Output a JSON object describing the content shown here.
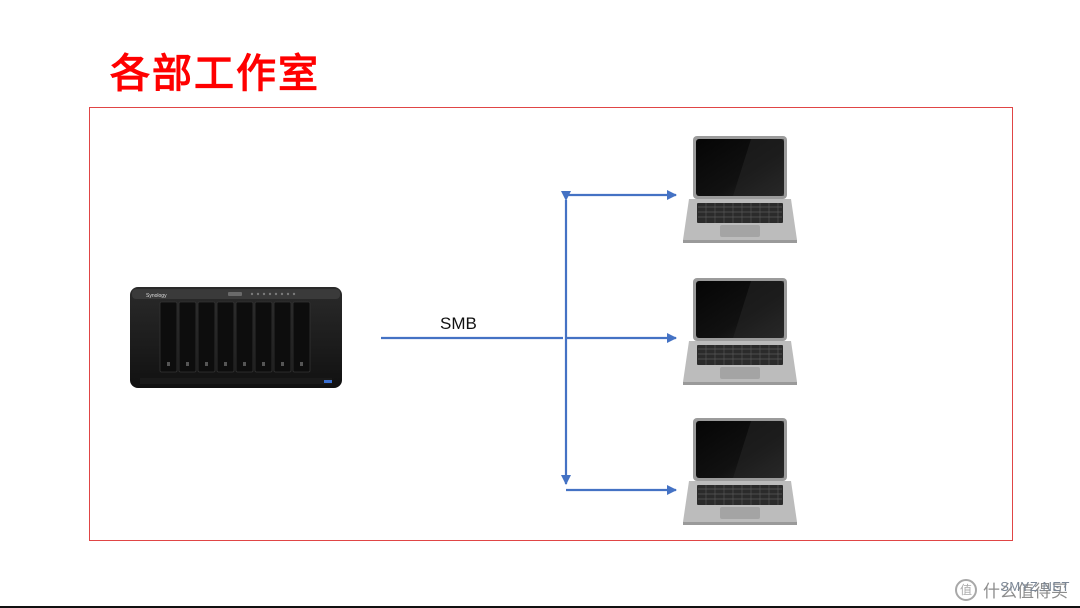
{
  "title": "各部工作室",
  "connection_label": "SMB",
  "nas": {
    "brand": "Synology",
    "bays": 8
  },
  "clients": [
    {
      "id": "laptop-1"
    },
    {
      "id": "laptop-2"
    },
    {
      "id": "laptop-3"
    }
  ],
  "watermark": {
    "text": "什么值得买",
    "sub": "SMYZ.NET",
    "logo_char": "值"
  },
  "colors": {
    "title": "#ff0000",
    "frame": "#e04545",
    "connector": "#4472c4"
  }
}
